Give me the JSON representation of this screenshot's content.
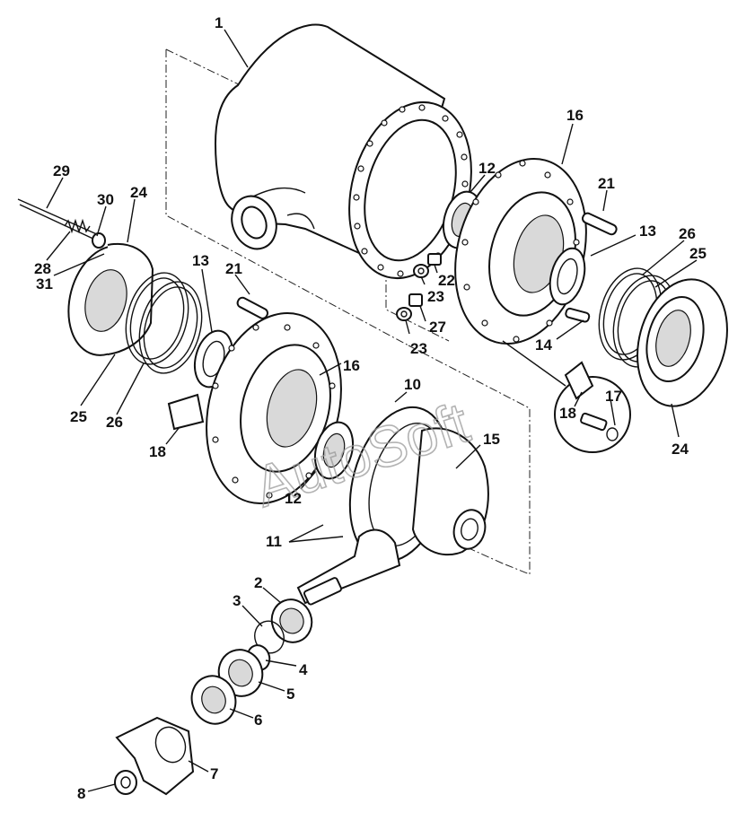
{
  "watermark": "AutoSoft",
  "callouts": {
    "c1": "1",
    "c2": "2",
    "c3": "3",
    "c4": "4",
    "c5": "5",
    "c6": "6",
    "c7": "7",
    "c8": "8",
    "c10": "10",
    "c11": "11",
    "c12a": "12",
    "c12b": "12",
    "c13a": "13",
    "c13b": "13",
    "c14": "14",
    "c15": "15",
    "c16a": "16",
    "c16b": "16",
    "c17": "17",
    "c18a": "18",
    "c18b": "18",
    "c21a": "21",
    "c21b": "21",
    "c22": "22",
    "c23a": "23",
    "c23b": "23",
    "c24a": "24",
    "c24b": "24",
    "c25a": "25",
    "c25b": "25",
    "c26a": "26",
    "c26b": "26",
    "c27": "27",
    "c28": "28",
    "c29": "29",
    "c30": "30",
    "c31": "31"
  }
}
